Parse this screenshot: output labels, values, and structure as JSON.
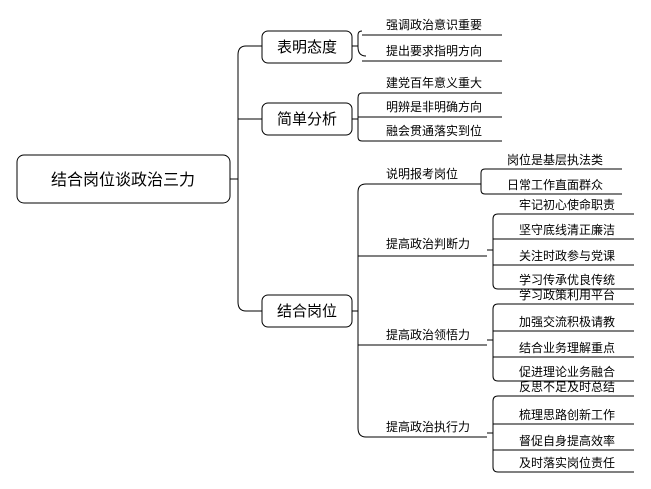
{
  "root": "结合岗位谈政治三力",
  "branches": [
    {
      "label": "表明态度",
      "items": [
        "强调政治意识重要",
        "提出要求指明方向"
      ]
    },
    {
      "label": "简单分析",
      "items": [
        "建党百年意义重大",
        "明辨是非明确方向",
        "融会贯通落实到位"
      ]
    },
    {
      "label": "结合岗位",
      "subs": [
        {
          "label": "说明报考岗位",
          "items": [
            "岗位是基层执法类",
            "日常工作直面群众"
          ]
        },
        {
          "label": "提高政治判断力",
          "items": [
            "牢记初心使命职责",
            "坚守底线清正廉洁",
            "关注时政参与党课",
            "学习传承优良传统"
          ]
        },
        {
          "label": "提高政治领悟力",
          "items": [
            "学习政策利用平台",
            "加强交流积极请教",
            "结合业务理解重点",
            "促进理论业务融合"
          ]
        },
        {
          "label": "提高政治执行力",
          "items": [
            "反思不足及时总结",
            "梳理思路创新工作",
            "督促自身提高效率",
            "及时落实岗位责任"
          ]
        }
      ]
    }
  ]
}
